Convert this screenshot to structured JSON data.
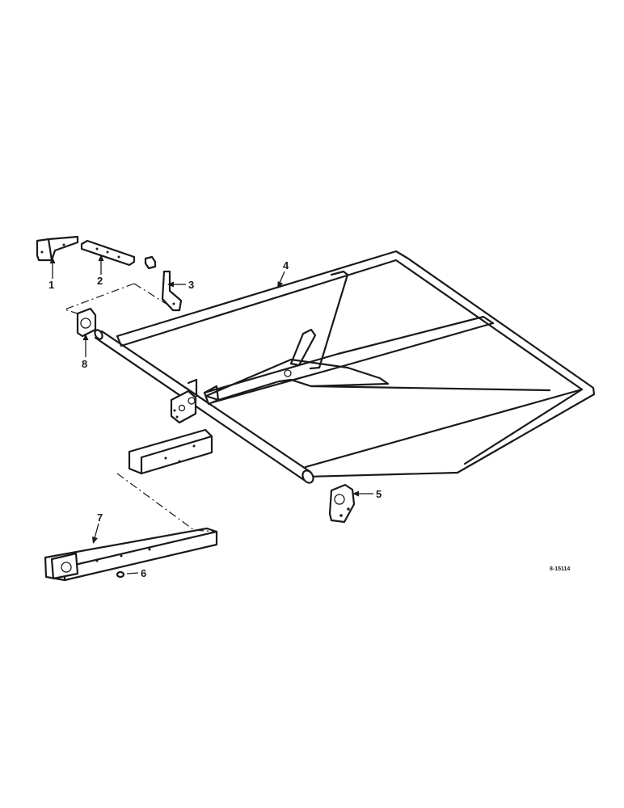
{
  "callouts": [
    {
      "id": "1",
      "label": "1"
    },
    {
      "id": "2",
      "label": "2"
    },
    {
      "id": "3",
      "label": "3"
    },
    {
      "id": "4",
      "label": "4"
    },
    {
      "id": "5",
      "label": "5"
    },
    {
      "id": "6",
      "label": "6"
    },
    {
      "id": "7",
      "label": "7"
    },
    {
      "id": "8",
      "label": "8"
    }
  ],
  "reference_code": "8-15114"
}
